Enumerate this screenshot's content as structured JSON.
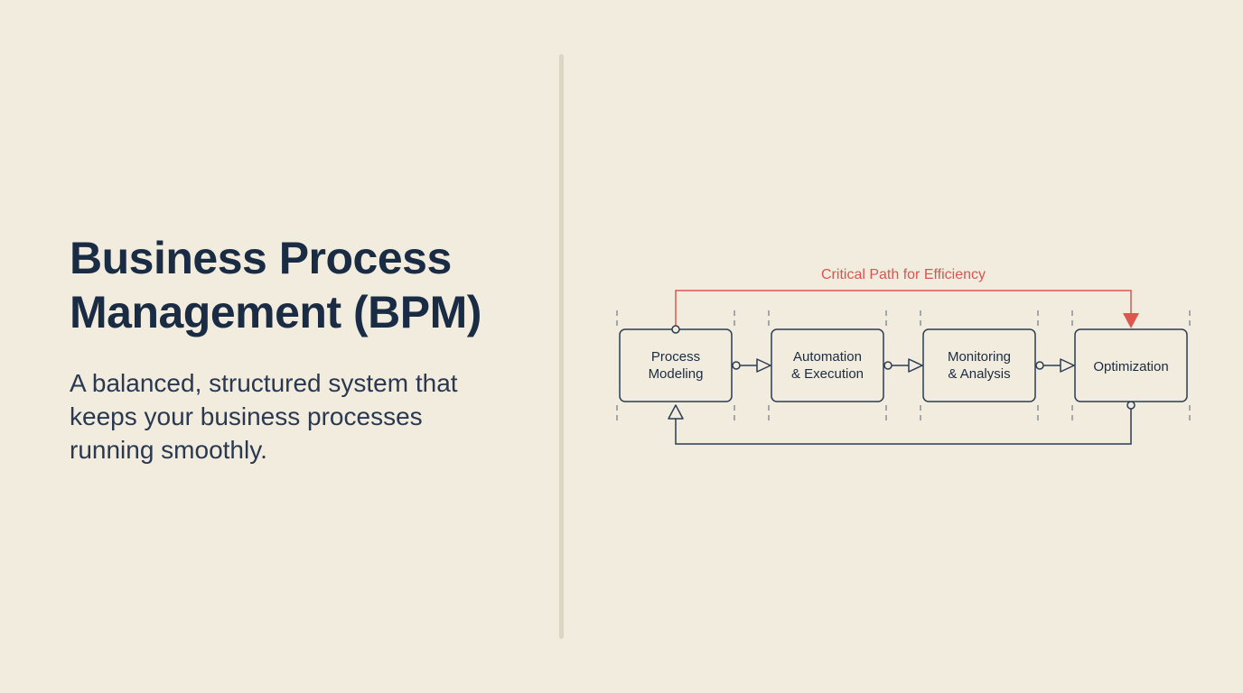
{
  "left": {
    "title": "Business Process Management (BPM)",
    "subtitle": "A balanced, structured system that keeps your business processes running smoothly."
  },
  "diagram": {
    "critical_path_label": "Critical Path for Efficiency",
    "nodes": [
      {
        "id": "process-modeling",
        "line1": "Process",
        "line2": "Modeling"
      },
      {
        "id": "automation-execution",
        "line1": "Automation",
        "line2": "& Execution"
      },
      {
        "id": "monitoring-analysis",
        "line1": "Monitoring",
        "line2": "& Analysis"
      },
      {
        "id": "optimization",
        "line1": "Optimization",
        "line2": ""
      }
    ],
    "colors": {
      "background": "#f2ecdf",
      "line_navy": "#2b3c54",
      "accent_red": "#dc574e",
      "title_navy": "#1a2b44",
      "divider_beige": "#dcd5c4"
    }
  }
}
